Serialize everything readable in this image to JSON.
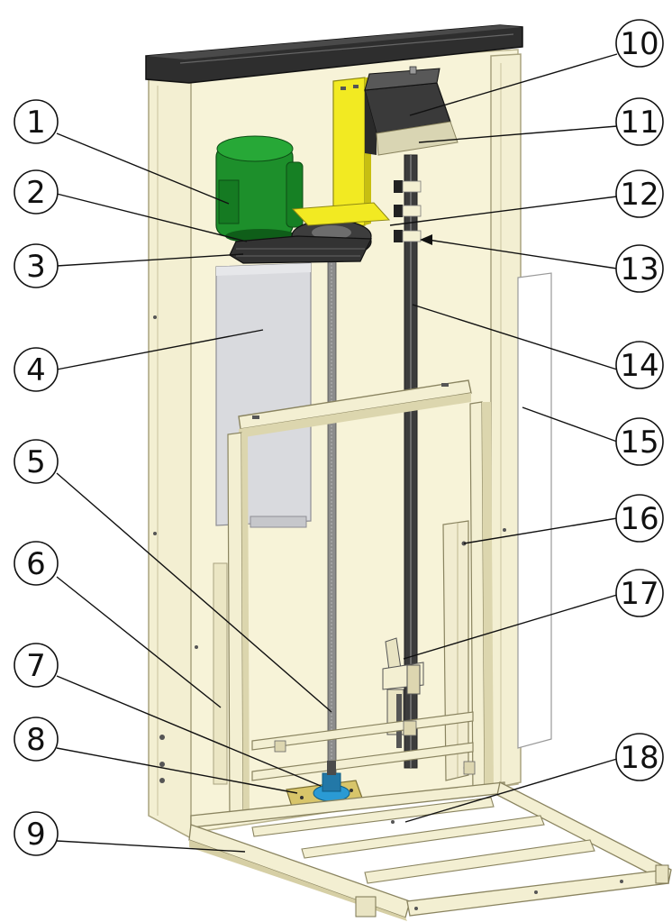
{
  "figure": {
    "callouts": [
      {
        "label": "1"
      },
      {
        "label": "2"
      },
      {
        "label": "3"
      },
      {
        "label": "4"
      },
      {
        "label": "5"
      },
      {
        "label": "6"
      },
      {
        "label": "7"
      },
      {
        "label": "8"
      },
      {
        "label": "9"
      },
      {
        "label": "10"
      },
      {
        "label": "11"
      },
      {
        "label": "12"
      },
      {
        "label": "13"
      },
      {
        "label": "14"
      },
      {
        "label": "15"
      },
      {
        "label": "16"
      },
      {
        "label": "17"
      },
      {
        "label": "18"
      }
    ]
  },
  "colors": {
    "frame": "#f3efd2",
    "frame_edge": "#b9b38d",
    "top_cap": "#2e2e2e",
    "motor": "#1d8f2b",
    "bracket": "#f2ea22",
    "gearbox": "#3a3a3a",
    "panel": "#d9dade",
    "base_plate": "#d8c56a",
    "nut": "#2a9ad4"
  }
}
